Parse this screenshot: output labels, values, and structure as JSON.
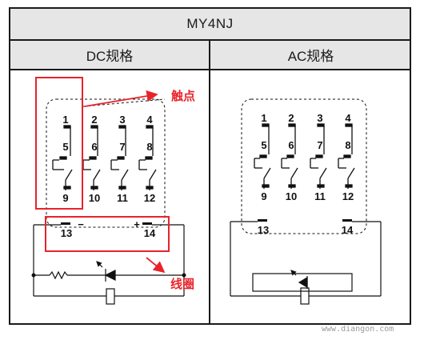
{
  "title": "MY4NJ",
  "columns": {
    "dc": "DC规格",
    "ac": "AC规格"
  },
  "annotations": {
    "contacts": "触点",
    "coil": "线圈"
  },
  "pins": {
    "top": [
      "1",
      "2",
      "3",
      "4"
    ],
    "middle": [
      "5",
      "6",
      "7",
      "8"
    ],
    "bottom": [
      "9",
      "10",
      "11",
      "12"
    ],
    "coil": [
      "13",
      "14"
    ]
  },
  "polarity": {
    "minus": "−",
    "plus": "+"
  },
  "watermark": "www.diangon.com",
  "colors": {
    "highlight": "#e8232a",
    "line": "#111111",
    "header_bg": "#e6e6e6"
  }
}
